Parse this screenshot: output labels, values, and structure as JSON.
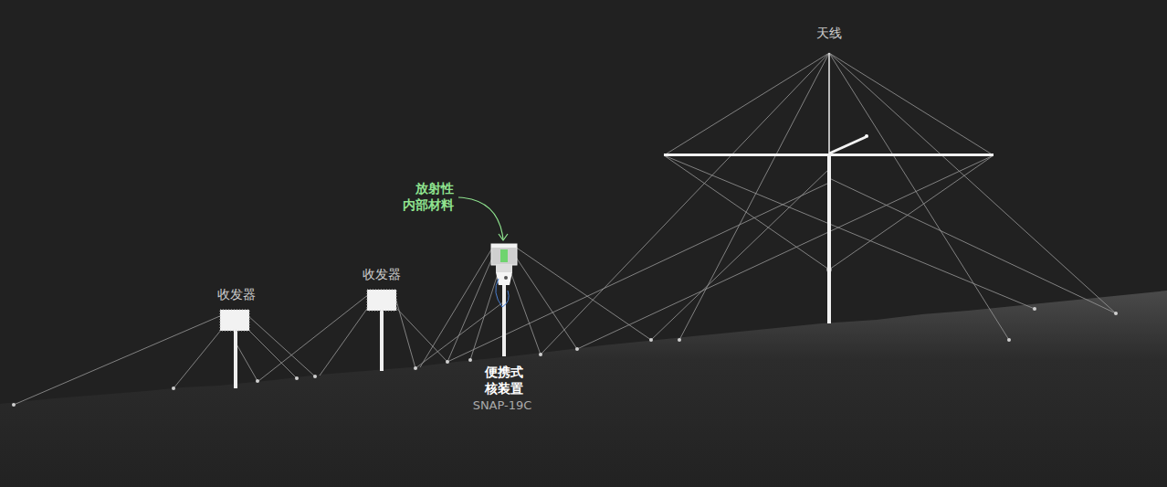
{
  "diagram": {
    "labels": [
      "收发器",
      "收发器",
      "放射性 内部材料",
      "便携式 核装置",
      "SNAP-19C",
      "天线"
    ]
  }
}
